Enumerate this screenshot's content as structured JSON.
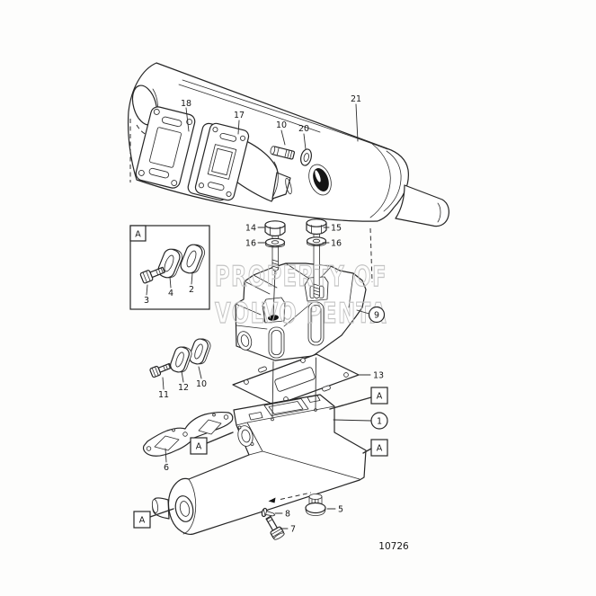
{
  "diagram": {
    "drawing_number": "10726",
    "watermark": {
      "line1": "PROPERTY OF",
      "line2": "VOLVO PENTA"
    },
    "section_marker": "A",
    "labels": {
      "p1": "1",
      "p2": "2",
      "p3": "3",
      "p4": "4",
      "p5": "5",
      "p6": "6",
      "p7": "7",
      "p8": "8",
      "p9": "9",
      "p10": "10",
      "p11": "11",
      "p12": "12",
      "p13": "13",
      "p14": "14",
      "p15": "15",
      "p16": "16",
      "p17": "17",
      "p18": "18",
      "p20": "20",
      "p21": "21"
    }
  }
}
